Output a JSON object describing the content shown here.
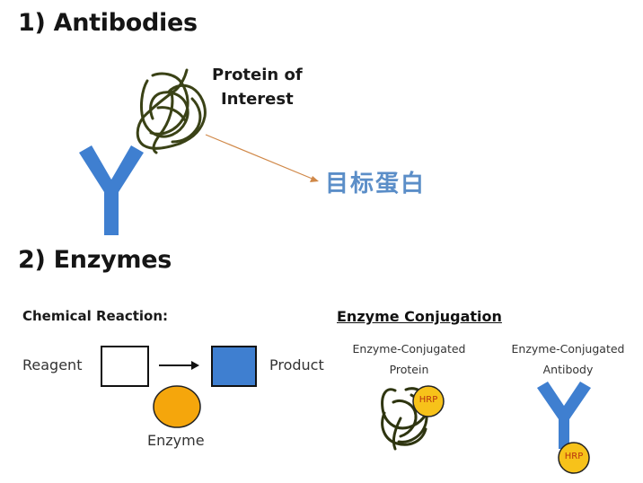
{
  "section1": {
    "title": "1) Antibodies",
    "protein_label_line1": "Protein of",
    "protein_label_line2": "Interest",
    "annotation_cn": "目标蛋白"
  },
  "section2": {
    "title": "2) Enzymes",
    "chemical_reaction": {
      "heading": "Chemical Reaction:",
      "reagent": "Reagent",
      "product": "Product",
      "enzyme": "Enzyme"
    },
    "conjugation": {
      "heading": "Enzyme Conjugation",
      "protein_line1": "Enzyme-Conjugated",
      "protein_line2": "Protein",
      "antibody_line1": "Enzyme-Conjugated",
      "antibody_line2": "Antibody",
      "enzyme_tag": "HRP"
    }
  },
  "colors": {
    "antibody_blue": "#3f7fd0",
    "protein_olive": "#3a4216",
    "enzyme_orange": "#f5a60c",
    "hrp_yellow": "#f7c21a",
    "product_blue": "#3f7fd0",
    "annotation_blue": "#5b8ec8",
    "arrow_orange": "#d08848"
  }
}
